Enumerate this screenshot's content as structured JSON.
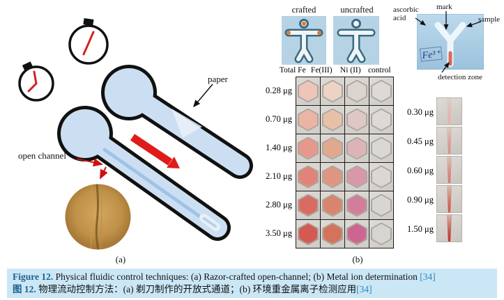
{
  "panel_a": {
    "label": "(a)",
    "paper": "paper",
    "open_channel": "open channel"
  },
  "panel_b": {
    "label": "(b)",
    "crafted": "crafted",
    "uncrafted": "uncrafted",
    "grid": {
      "col_headers": [
        "Total Fe",
        "Fe(III)",
        "Ni (II)",
        "control"
      ],
      "rows": [
        {
          "label": "0.28 μg",
          "colors": [
            "#eec6b8",
            "#ecd3c4",
            "#dcd4d0",
            "#dcd9d6"
          ]
        },
        {
          "label": "0.70 μg",
          "colors": [
            "#ecb4a4",
            "#e8c0a8",
            "#dec8c6",
            "#dcd9d6"
          ]
        },
        {
          "label": "1.40 μg",
          "colors": [
            "#e6988c",
            "#e2a88e",
            "#dcb4b8",
            "#dad8d5"
          ]
        },
        {
          "label": "2.10 μg",
          "colors": [
            "#e08478",
            "#de9680",
            "#d898a8",
            "#dad7d4"
          ]
        },
        {
          "label": "2.80 μg",
          "colors": [
            "#d96b62",
            "#d8846e",
            "#d27e9a",
            "#d8d6d3"
          ]
        },
        {
          "label": "3.50 μg",
          "colors": [
            "#d25a50",
            "#d3735c",
            "#cc6690",
            "#d7d5d2"
          ]
        }
      ]
    }
  },
  "device": {
    "ascorbic_acid": "ascorbic acid",
    "mark": "mark",
    "sample": "sample",
    "detection_zone": "detection zone",
    "handwriting": "Fe³⁺"
  },
  "strip": {
    "items": [
      {
        "label": "0.30 μg",
        "color": "#e5b3ab"
      },
      {
        "label": "0.45 μg",
        "color": "#dd928a"
      },
      {
        "label": "0.60 μg",
        "color": "#d87b70"
      },
      {
        "label": "0.90 μg",
        "color": "#d05c4e"
      },
      {
        "label": "1.50 μg",
        "color": "#c43a2e"
      }
    ]
  },
  "caption": {
    "en": {
      "label": "Figure 12.",
      "text": " Physical fluidic control techniques: (a) Razor-crafted open-channel; (b) Metal ion determination ",
      "ref": "[34]"
    },
    "zh": {
      "label": "图 12.",
      "text": " 物理流动控制方法：(a) 剃刀制作的开放式通道；(b) 环境重金属离子检测应用",
      "ref": "[34]"
    }
  }
}
